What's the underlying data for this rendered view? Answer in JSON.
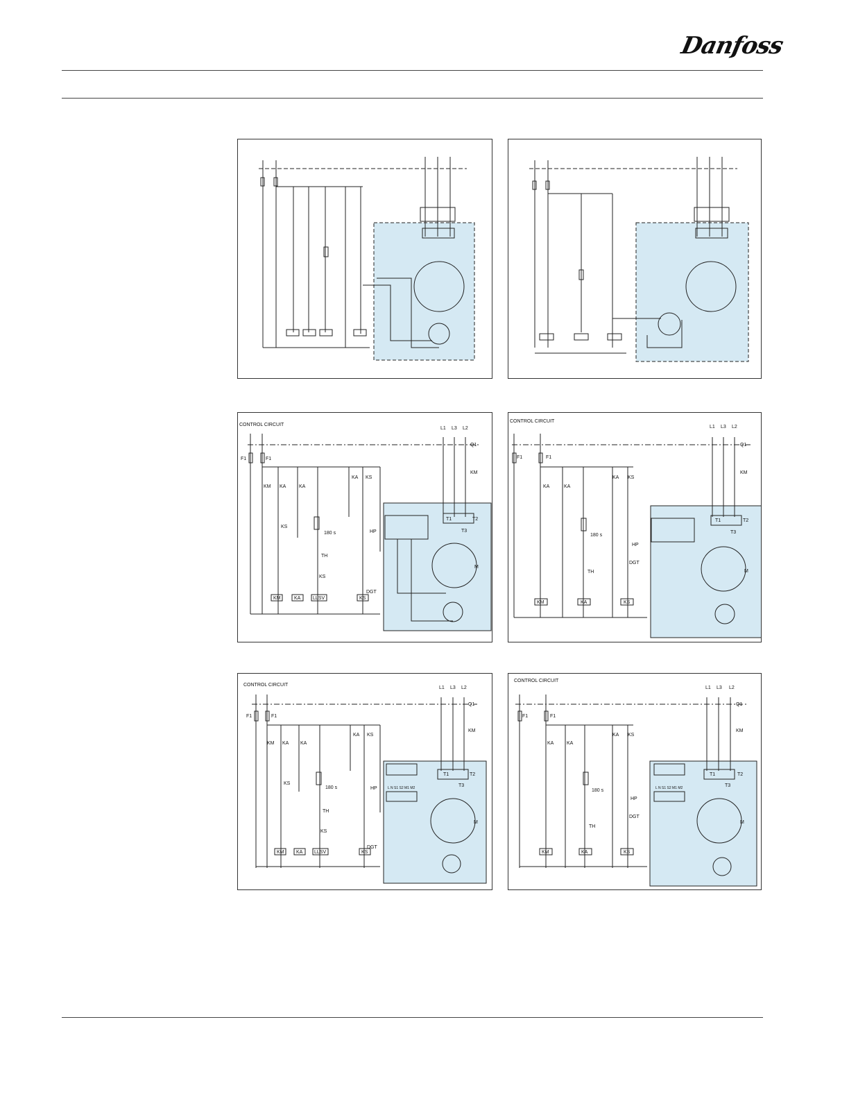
{
  "brand": {
    "logo_text": "Danfoss"
  },
  "diagrams": [
    {
      "id": "d1",
      "labels": []
    },
    {
      "id": "d2",
      "labels": []
    },
    {
      "id": "d3",
      "title": "CONTROL CIRCUIT",
      "labels": [
        "F1",
        "F1",
        "L1",
        "L3",
        "L2",
        "Q1",
        "KM",
        "KM",
        "KA",
        "KA",
        "KA",
        "KS",
        "KS",
        "HP",
        "180 s",
        "TH",
        "KS",
        "DGT",
        "KM",
        "KA",
        "LLSV",
        "KS",
        "T1",
        "T2",
        "T3",
        "M"
      ]
    },
    {
      "id": "d4",
      "title": "CONTROL CIRCUIT",
      "labels": [
        "F1",
        "F1",
        "L1",
        "L3",
        "L2",
        "Q1",
        "KM",
        "KA",
        "KA",
        "KA",
        "KS",
        "180 s",
        "HP",
        "TH",
        "DGT",
        "KM",
        "KA",
        "KS",
        "T1",
        "T2",
        "T3",
        "M"
      ]
    },
    {
      "id": "d5",
      "title": "CONTROL CIRCUIT",
      "labels": [
        "F1",
        "F1",
        "L1",
        "L3",
        "L2",
        "Q1",
        "KM",
        "KM",
        "KA",
        "KA",
        "KA",
        "KS",
        "KS",
        "HP",
        "180 s",
        "TH",
        "KS",
        "DGT",
        "KM",
        "KA",
        "LLSV",
        "KS",
        "T1",
        "T2",
        "T3",
        "M"
      ],
      "module_text": "L N S1 S2 M1 M2"
    },
    {
      "id": "d6",
      "title": "CONTROL CIRCUIT",
      "labels": [
        "F1",
        "F1",
        "L1",
        "L3",
        "L2",
        "Q1",
        "KM",
        "KA",
        "KA",
        "KA",
        "KS",
        "180 s",
        "HP",
        "TH",
        "DGT",
        "KM",
        "KA",
        "KS",
        "T1",
        "T2",
        "T3",
        "M"
      ],
      "module_text": "L N S1 S2 M1 M2"
    }
  ],
  "colors": {
    "panel_fill": "#d5e9f3",
    "line": "#222222"
  }
}
